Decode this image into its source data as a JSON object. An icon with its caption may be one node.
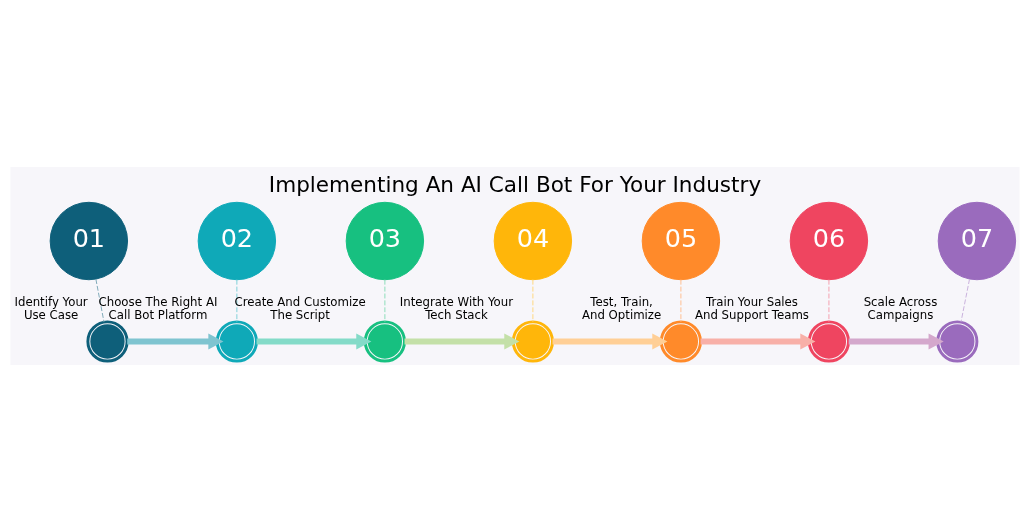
{
  "diagram": {
    "title": "Implementing An AI Call Bot For Your Industry",
    "nodes": [
      {
        "text": [
          "01"
        ]
      },
      {
        "text": [
          "02"
        ]
      },
      {
        "text": [
          "03"
        ]
      },
      {
        "text": [
          "04"
        ]
      },
      {
        "text": [
          "05"
        ]
      },
      {
        "text": [
          "06"
        ]
      },
      {
        "text": [
          "07"
        ]
      },
      {
        "text": [],
        "shape": "circle",
        "beside": [
          "Identify Your Use Case"
        ]
      },
      {
        "text": [],
        "shape": "circle",
        "beside": [
          "Choose The Right AI Call Bot Platform"
        ]
      },
      {
        "text": [],
        "shape": "circle",
        "beside": [
          "Create And Customize The Script"
        ]
      },
      {
        "text": [],
        "shape": "circle",
        "beside": [
          "Integrate With Your Tech Stack"
        ]
      },
      {
        "text": [],
        "shape": "circle",
        "beside": [
          "Test, Train, And Optimize"
        ]
      },
      {
        "text": [],
        "shape": "circle",
        "beside": [
          "Train Your Sales And Support Teams"
        ]
      },
      {
        "text": [],
        "shape": "circle",
        "beside": [
          "Scale Across Campaigns"
        ]
      }
    ],
    "edges": [
      {
        "from": 0,
        "to": 7,
        "arrow": "none",
        "style": "dashed",
        "color": "#7fa9b8"
      },
      {
        "from": 1,
        "to": 8,
        "arrow": "none",
        "style": "dashed",
        "color": "#7fd0d8"
      },
      {
        "from": 2,
        "to": 9,
        "arrow": "none",
        "style": "dashed",
        "color": "#8adcb8"
      },
      {
        "from": 3,
        "to": 10,
        "arrow": "none",
        "style": "dashed",
        "color": "#ffd77f"
      },
      {
        "from": 4,
        "to": 11,
        "arrow": "none",
        "style": "dashed",
        "color": "#ffc08f"
      },
      {
        "from": 5,
        "to": 12,
        "arrow": "none",
        "style": "dashed",
        "color": "#f4a0ae"
      },
      {
        "from": 6,
        "to": 13,
        "arrow": "none",
        "style": "dashed",
        "color": "#c9b0dc"
      },
      {
        "from": 7,
        "to": 8,
        "arrow": "to",
        "style": "thick",
        "color": "#7fc4d0"
      },
      {
        "from": 8,
        "to": 9,
        "arrow": "to",
        "style": "thick",
        "color": "#84dbc8"
      },
      {
        "from": 9,
        "to": 10,
        "arrow": "to",
        "style": "thick",
        "color": "#c4e0a8"
      },
      {
        "from": 10,
        "to": 11,
        "arrow": "to",
        "style": "thick",
        "color": "#ffcf96"
      },
      {
        "from": 11,
        "to": 12,
        "arrow": "to",
        "style": "thick",
        "color": "#f8b0a8"
      },
      {
        "from": 12,
        "to": 13,
        "arrow": "to",
        "style": "thick",
        "color": "#d4a8cc"
      }
    ]
  }
}
